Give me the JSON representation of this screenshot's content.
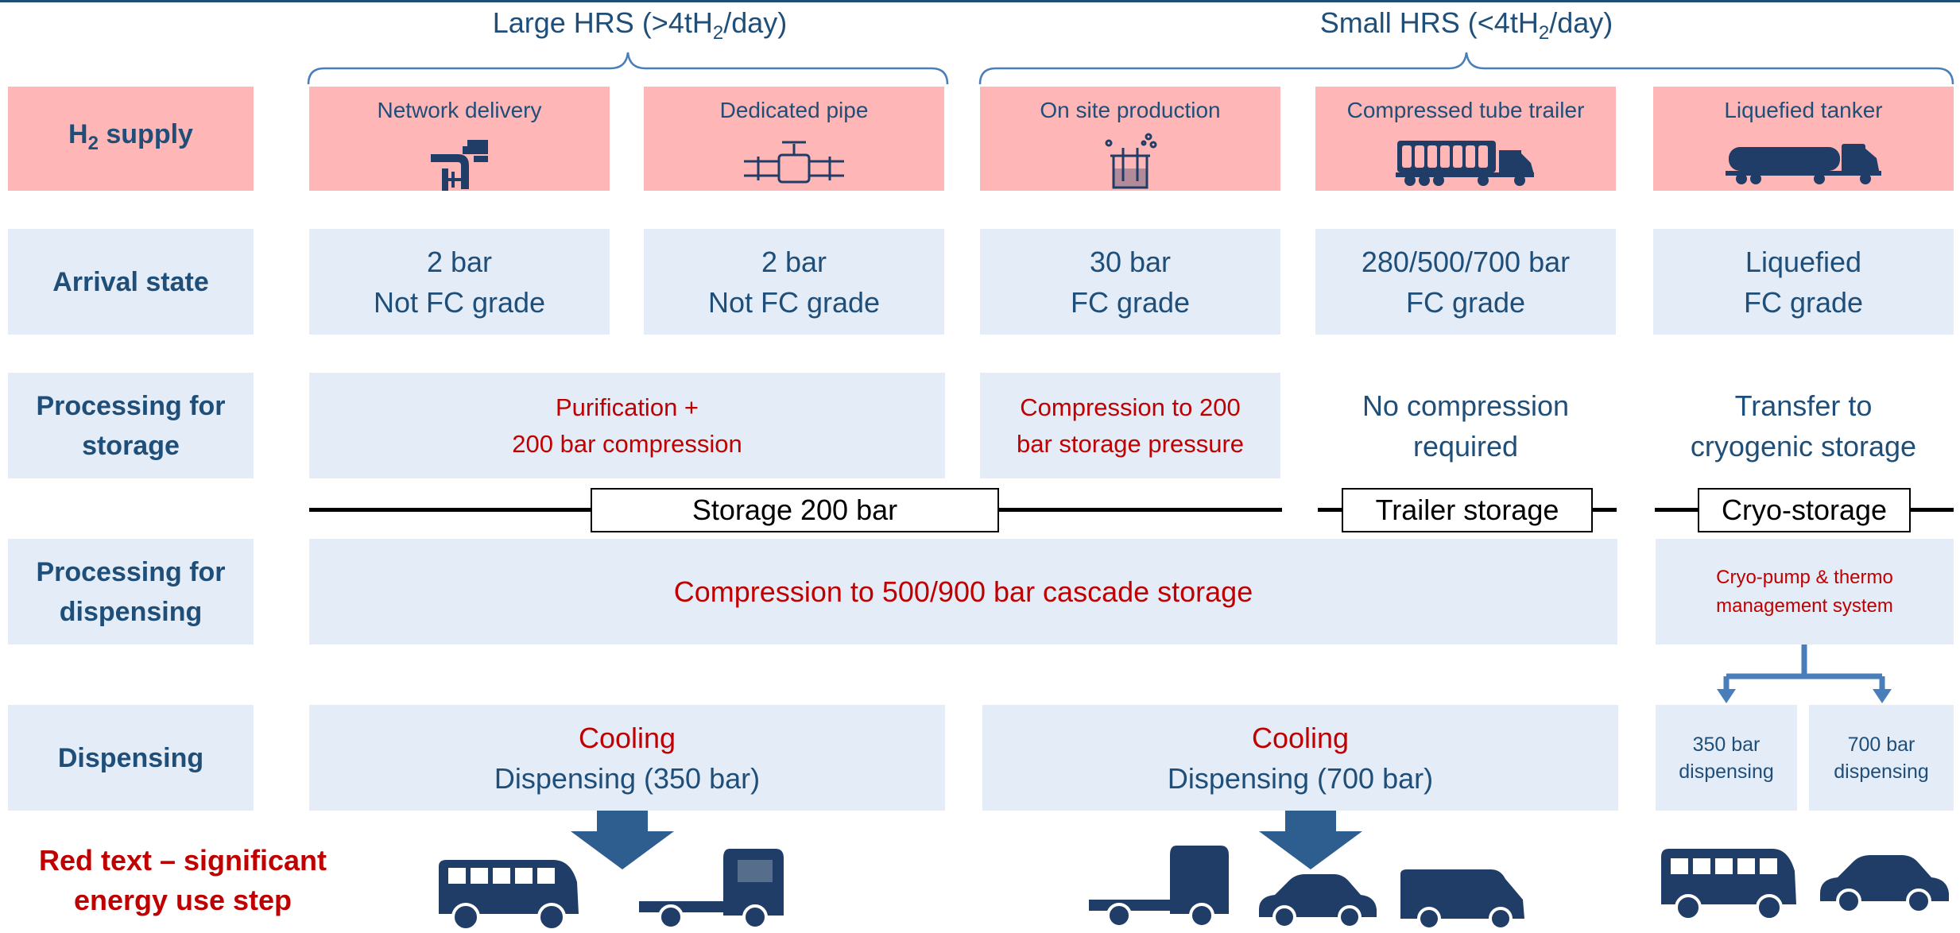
{
  "headers": {
    "large_hrs": {
      "pre": "Large HRS (>4tH",
      "sub": "2",
      "post": "/day)"
    },
    "small_hrs": {
      "pre": "Small HRS (<4tH",
      "sub": "2",
      "post": "/day)"
    }
  },
  "row_labels": {
    "h2_supply": {
      "pre": "H",
      "sub": "2",
      "post": " supply"
    },
    "arrival_state": "Arrival state",
    "processing_storage": [
      "Processing for",
      "storage"
    ],
    "processing_dispensing": [
      "Processing for",
      "dispensing"
    ],
    "dispensing": "Dispensing"
  },
  "supply": [
    {
      "label": "Network delivery",
      "icon": "pipe-faucet-icon"
    },
    {
      "label": "Dedicated pipe",
      "icon": "pipeline-valve-icon"
    },
    {
      "label": "On site production",
      "icon": "electrolyser-icon"
    },
    {
      "label": "Compressed tube trailer",
      "icon": "tube-trailer-icon"
    },
    {
      "label": "Liquefied tanker",
      "icon": "tanker-truck-icon"
    }
  ],
  "arrival": [
    [
      "2 bar",
      "Not FC grade"
    ],
    [
      "2 bar",
      "Not FC grade"
    ],
    [
      "30 bar",
      "FC grade"
    ],
    [
      "280/500/700 bar",
      "FC grade"
    ],
    [
      "Liquefied",
      "FC grade"
    ]
  ],
  "processing_storage": {
    "large": [
      "Purification +",
      "200 bar compression"
    ],
    "onsite": [
      "Compression to 200",
      "bar storage pressure"
    ],
    "trailer": [
      "No compression",
      "required"
    ],
    "liquid": [
      "Transfer to",
      "cryogenic storage"
    ]
  },
  "storage": {
    "main": "Storage 200 bar",
    "trailer": "Trailer storage",
    "cryo": "Cryo-storage"
  },
  "processing_dispensing": {
    "main": "Compression to 500/900 bar cascade storage",
    "cryo": [
      "Cryo-pump & thermo",
      "management system"
    ]
  },
  "dispensing": {
    "large": {
      "line1": "Cooling",
      "line2": "Dispensing (350 bar)"
    },
    "small": {
      "line1": "Cooling",
      "line2": "Dispensing (700 bar)"
    },
    "cryo_350": [
      "350 bar",
      "dispensing"
    ],
    "cryo_700": [
      "700 bar",
      "dispensing"
    ]
  },
  "legend": [
    "Red text – significant",
    "energy use step"
  ],
  "vehicles": {
    "large": [
      "bus-icon",
      "truck-tractor-icon"
    ],
    "small": [
      "truck-tractor-icon",
      "car-icon",
      "van-icon"
    ],
    "cryo": [
      "bus-icon",
      "car-icon"
    ]
  },
  "colors": {
    "navy": "#1f4e79",
    "red_text": "#c00000",
    "supply_fill": "#ffb6b6",
    "stage_fill": "#e3ecf7",
    "arrow": "#2e5d90"
  }
}
